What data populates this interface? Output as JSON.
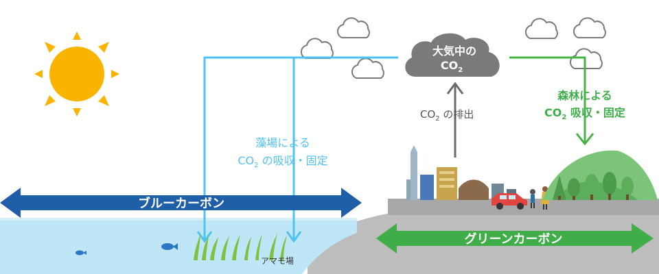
{
  "colors": {
    "blue_carbon": "#1f5fa8",
    "green_carbon": "#3fae49",
    "sea_line": "#4fc3f0",
    "forest_line": "#46b346",
    "emission_arrow": "#6b6b6b",
    "cloud_main": "#7a7a7a",
    "sun": "#f8b400",
    "sea": "#bfe6f7",
    "ground": "#bdbdbd"
  },
  "atmosphere": {
    "label_line1": "大気中の",
    "label_line2_main": "CO",
    "label_line2_sub": "2"
  },
  "emission": {
    "label_main": "CO",
    "label_sub": "2",
    "label_rest": " の排出"
  },
  "forest": {
    "line1": "森林による",
    "line2_main": "CO",
    "line2_sub": "2",
    "line2_rest": " 吸収・固定"
  },
  "seagrass": {
    "line1": "藻場による",
    "line2_main": "CO",
    "line2_sub": "2",
    "line2_rest": " の吸収・固定"
  },
  "blue_carbon": {
    "label": "ブルーカーボン"
  },
  "green_carbon": {
    "label": "グリーンカーボン"
  },
  "eelgrass_bed": {
    "label": "アマモ場"
  },
  "icons": [
    "sun-icon",
    "cloud-icon",
    "city-icon",
    "car-icon",
    "person-icon",
    "mountain-icon",
    "tree-icon",
    "fish-icon",
    "seagrass-icon"
  ]
}
